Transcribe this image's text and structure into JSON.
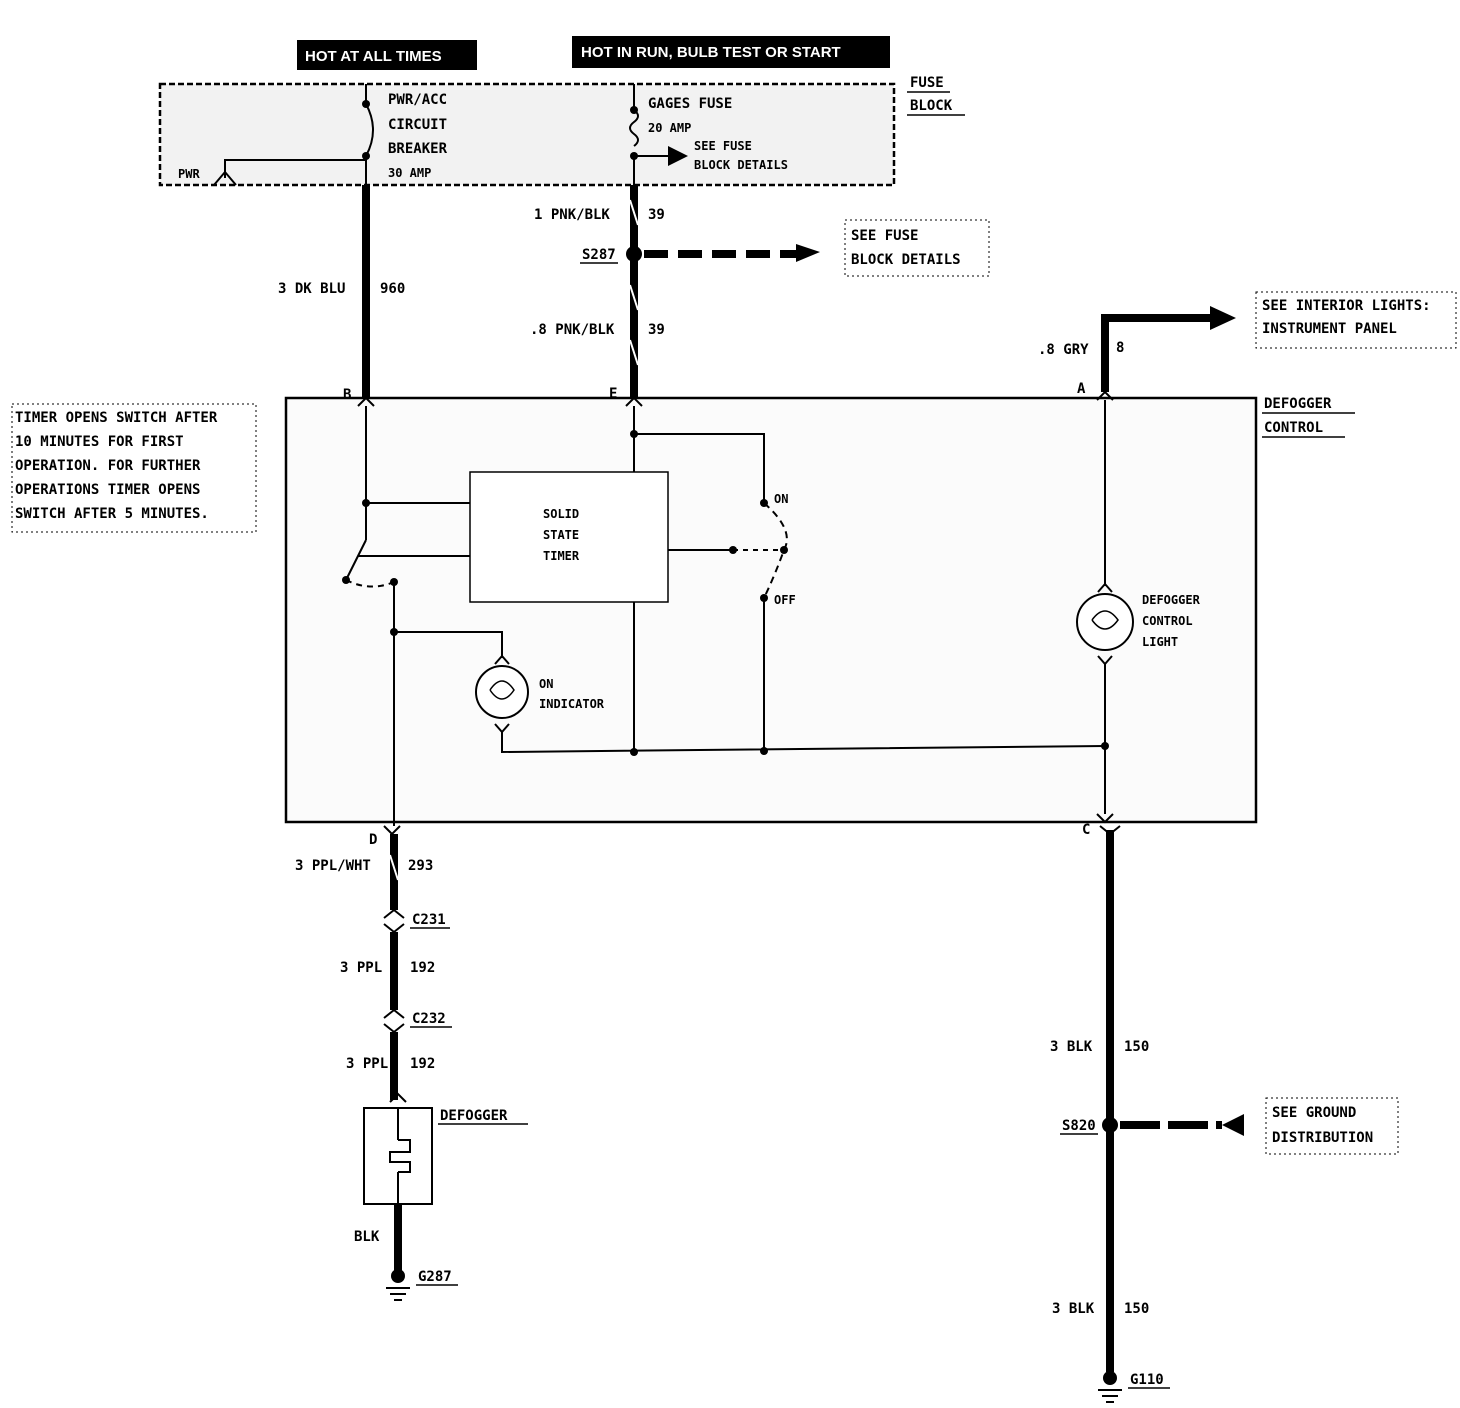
{
  "banners": {
    "hot_all_times": "HOT AT ALL TIMES",
    "hot_in_run": "HOT IN RUN, BULB TEST OR START"
  },
  "fuse_block": {
    "name_line1": "FUSE",
    "name_line2": "BLOCK",
    "breaker_line1": "PWR/ACC",
    "breaker_line2": "CIRCUIT",
    "breaker_line3": "BREAKER",
    "breaker_amp": "30 AMP",
    "pwr": "PWR",
    "fuse_name": "GAGES FUSE",
    "fuse_amp": "20 AMP",
    "fuse_see_line1": "SEE FUSE",
    "fuse_see_line2": "BLOCK DETAILS"
  },
  "wires": {
    "dk_blu": {
      "gauge_color": "3 DK BLU",
      "circuit": "960"
    },
    "pnk_blk_1": {
      "gauge_color": "1 PNK/BLK",
      "circuit": "39"
    },
    "pnk_blk_2": {
      "gauge_color": ".8 PNK/BLK",
      "circuit": "39"
    },
    "gry": {
      "gauge_color": ".8 GRY",
      "circuit": "8"
    },
    "ppl_wht": {
      "gauge_color": "3 PPL/WHT",
      "circuit": "293"
    },
    "ppl_1": {
      "gauge_color": "3 PPL",
      "circuit": "192"
    },
    "ppl_2": {
      "gauge_color": "3 PPL",
      "circuit": "192"
    },
    "blk_def": {
      "gauge_color": "BLK"
    },
    "blk_1": {
      "gauge_color": "3 BLK",
      "circuit": "150"
    },
    "blk_2": {
      "gauge_color": "3 BLK",
      "circuit": "150"
    }
  },
  "splices": {
    "s287": "S287",
    "s820": "S820"
  },
  "connectors": {
    "c231": "C231",
    "c232": "C232"
  },
  "grounds": {
    "g287": "G287",
    "g110": "G110"
  },
  "refs": {
    "fuse_details_line1": "SEE FUSE",
    "fuse_details_line2": "BLOCK DETAILS",
    "interior_line1": "SEE INTERIOR LIGHTS:",
    "interior_line2": "INSTRUMENT PANEL",
    "ground_line1": "SEE GROUND",
    "ground_line2": "DISTRIBUTION"
  },
  "note": {
    "line1": "TIMER OPENS SWITCH AFTER",
    "line2": "10 MINUTES FOR FIRST",
    "line3": "OPERATION. FOR FURTHER",
    "line4": "OPERATIONS TIMER OPENS",
    "line5": "SWITCH AFTER 5 MINUTES."
  },
  "defogger_control": {
    "name_line1": "DEFOGGER",
    "name_line2": "CONTROL",
    "pins": {
      "b": "B",
      "e": "E",
      "a": "A",
      "d": "D",
      "c": "C"
    },
    "timer_line1": "SOLID",
    "timer_line2": "STATE",
    "timer_line3": "TIMER",
    "switch_on": "ON",
    "switch_off": "OFF",
    "indicator_line1": "ON",
    "indicator_line2": "INDICATOR",
    "light_line1": "DEFOGGER",
    "light_line2": "CONTROL",
    "light_line3": "LIGHT"
  },
  "defogger": {
    "label": "DEFOGGER"
  }
}
